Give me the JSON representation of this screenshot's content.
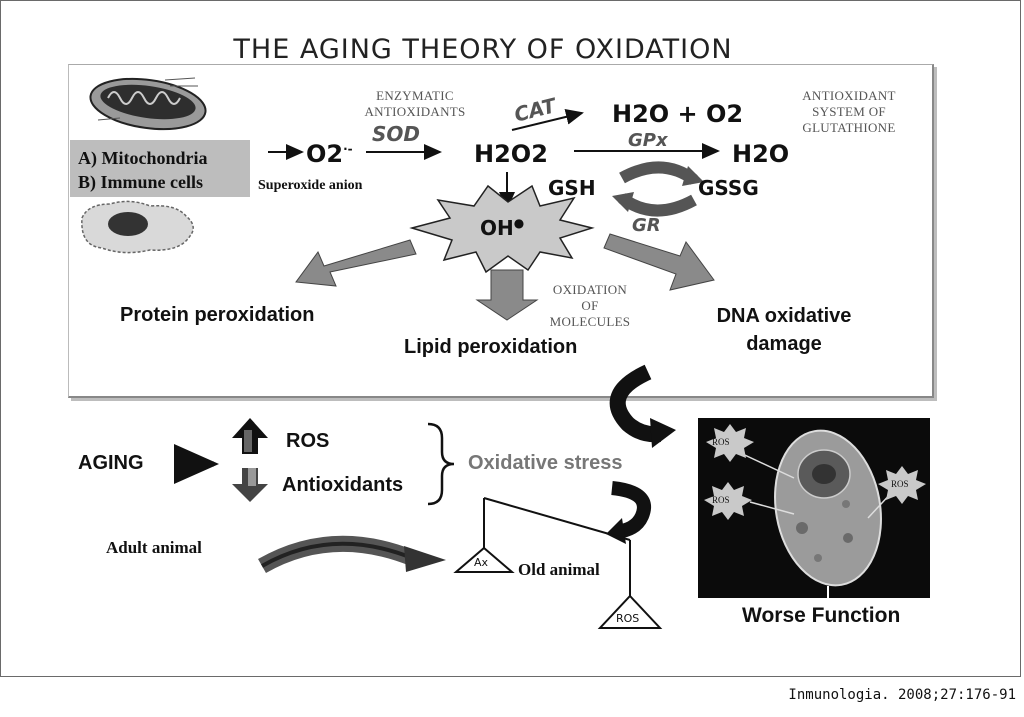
{
  "title": "THE AGING THEORY OF OXIDATION",
  "sources": {
    "line_a": "A) Mitochondria",
    "line_b": "B) Immune cells"
  },
  "superoxide": {
    "formula": "O2",
    "superscript": "·-",
    "label": "Superoxide anion"
  },
  "enzymatic_label": [
    "ENZYMATIC",
    "ANTIOXIDANTS"
  ],
  "sod": "SOD",
  "cat": "CAT",
  "gpx": "GPx",
  "gr": "GR",
  "h2o2": "H2O2",
  "h2o_o2": "H2O + O2",
  "h2o": "H2O",
  "gsh": "GSH",
  "gssg": "GSSG",
  "glutathione_label": [
    "ANTIOXIDANT",
    "SYSTEM OF",
    "GLUTATHIONE"
  ],
  "hydroxyl": "OH",
  "protein": "Protein peroxidation",
  "lipid": "Lipid peroxidation",
  "oxidation_label": [
    "OXIDATION",
    "OF",
    "MOLECULES"
  ],
  "dna": [
    "DNA oxidative",
    "damage"
  ],
  "aging": "AGING",
  "ros": "ROS",
  "antioxidants": "Antioxidants",
  "oxidative_stress": "Oxidative stress",
  "adult_animal": "Adult animal",
  "old_animal": "Old animal",
  "ax": "Ax",
  "ros_small": "ROS",
  "worse_function": "Worse Function",
  "citation": "Inmunologia. 2008;27:176-91",
  "colors": {
    "arrow_grey": "#8a8a8a",
    "dark": "#111111",
    "panel": "#0b0b0b",
    "star": "#c9c9c9"
  }
}
